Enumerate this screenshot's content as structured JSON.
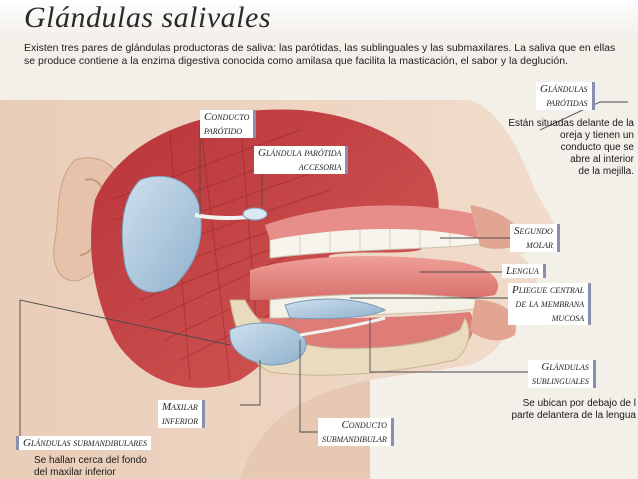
{
  "title": "Glándulas salivales",
  "intro": "Existen tres pares de glándulas productoras de saliva: las parótidas, las sublinguales y las submaxilares. La saliva que en ellas se produce contiene a la enzima digestiva conocida como amilasa que facilita la masticación, el sabor y la deglución.",
  "labels": {
    "parotidas_line1": "Glándulas",
    "parotidas_line2": "parótidas",
    "parotidas_desc": [
      "Están situadas delante de la",
      "oreja y tienen un",
      "conducto que se",
      "abre al interior",
      "de la mejilla."
    ],
    "conducto_parotido_line1": "Conducto",
    "conducto_parotido_line2": "parótido",
    "parotida_accesoria_line1": "Glándula parótida",
    "parotida_accesoria_line2": "accesoria",
    "segundo_molar_line1": "Segundo",
    "segundo_molar_line2": "molar",
    "lengua": "Lengua",
    "pliegue_line1": "Pliegue central",
    "pliegue_line2": "de la membrana",
    "pliegue_line3": "mucosa",
    "sublinguales_line1": "Glándulas",
    "sublinguales_line2": "sublinguales",
    "sublinguales_desc": [
      "Se ubican por debajo de l",
      "parte delantera de la lengua"
    ],
    "maxilar_line1": "Maxilar",
    "maxilar_line2": "inferior",
    "conducto_sub_line1": "Conducto",
    "conducto_sub_line2": "submandibular",
    "submandibulares": "Glándulas submandibulares",
    "submandibulares_desc": [
      "Se hallan cerca del fondo",
      "del maxilar inferior"
    ]
  }
}
